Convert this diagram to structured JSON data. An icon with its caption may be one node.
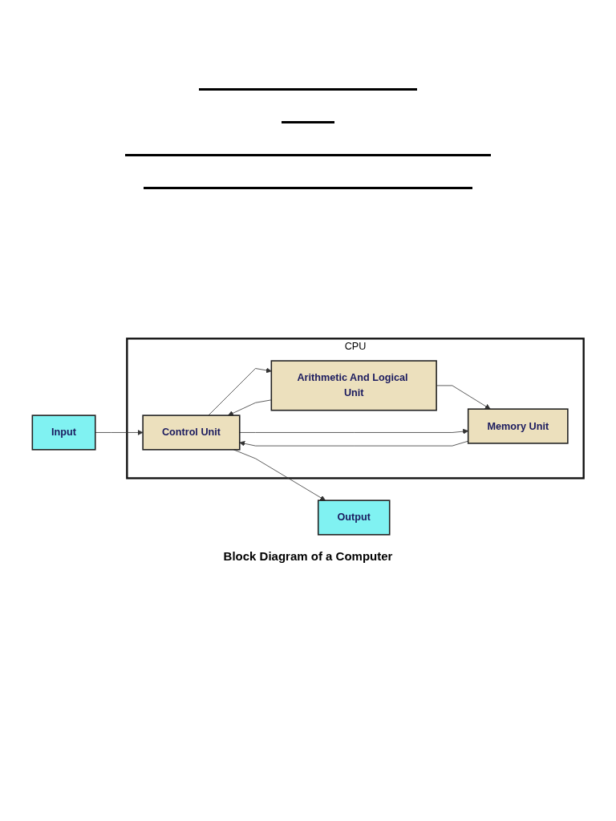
{
  "diagram": {
    "caption": "Block Diagram of a Computer",
    "nodes": [
      {
        "text": [
          "CPU"
        ]
      },
      {
        "text": [
          "Control Unit"
        ],
        "in": 0
      },
      {
        "text": [
          "Arithmetic And Logical Unit"
        ],
        "in": 0
      },
      {
        "text": [
          "Memory Unit"
        ],
        "in": 0
      },
      {
        "text": [
          "Input"
        ]
      },
      {
        "text": [
          "Output"
        ]
      }
    ],
    "edges": [
      {
        "from": 4,
        "to": 1,
        "arrow": "to"
      },
      {
        "from": 3,
        "to": 1,
        "arrow": "to"
      },
      {
        "from": 1,
        "to": 2,
        "arrow": "to"
      },
      {
        "from": 2,
        "to": 1,
        "arrow": "to"
      },
      {
        "from": 2,
        "to": 3,
        "arrow": "to"
      },
      {
        "from": 1,
        "to": 3,
        "arrow": "to"
      },
      {
        "from": 1,
        "to": 5,
        "arrow": "to"
      }
    ]
  }
}
